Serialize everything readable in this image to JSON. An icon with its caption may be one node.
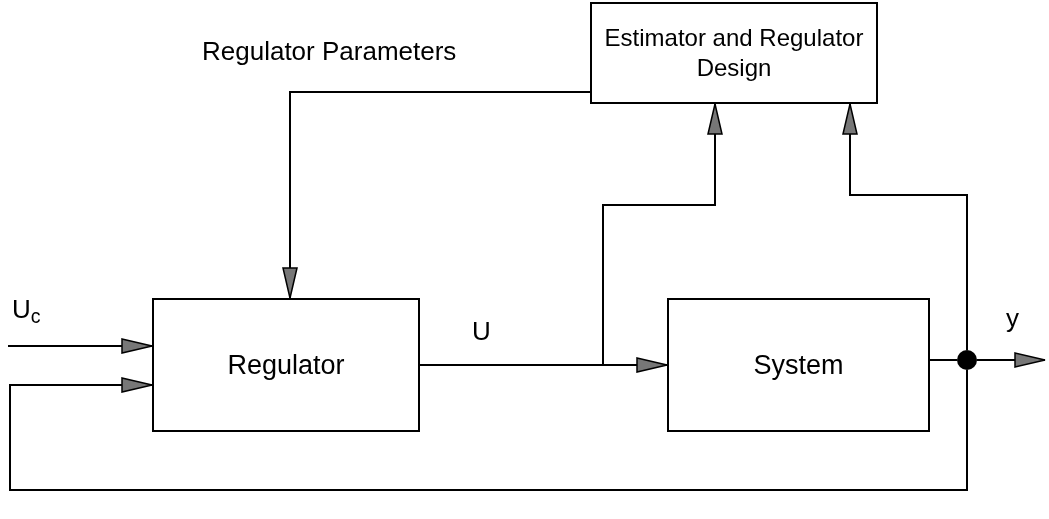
{
  "diagram": {
    "nodes": [
      {
        "text": [
          "Estimator and Regulator Design"
        ]
      },
      {
        "text": [
          "Regulator"
        ]
      },
      {
        "text": [
          "System"
        ]
      },
      {
        "text": [],
        "shape": "circle"
      }
    ],
    "edges": [
      {
        "from": 0,
        "to": 1,
        "arrow": "to",
        "label": "Regulator Parameters"
      },
      {
        "from": null,
        "to": 1,
        "arrow": "to",
        "label": "U$_{c}$"
      },
      {
        "from": 1,
        "to": 2,
        "arrow": "to",
        "label": "U"
      },
      {
        "from": 1,
        "to": 0,
        "arrow": "to"
      },
      {
        "from": 2,
        "to": 3,
        "arrow": "none"
      },
      {
        "from": 3,
        "to": null,
        "arrow": "to",
        "label": "y"
      },
      {
        "from": 3,
        "to": 0,
        "arrow": "to"
      },
      {
        "from": 3,
        "to": 1,
        "arrow": "to"
      }
    ]
  }
}
